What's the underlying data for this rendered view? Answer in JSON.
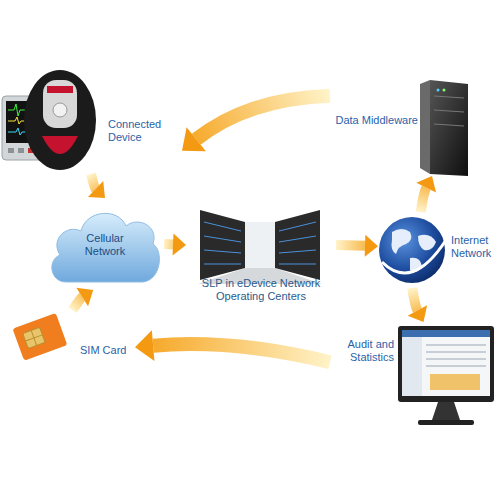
{
  "diagram": {
    "nodes": [
      {
        "text": [
          "Connected Device"
        ]
      },
      {
        "text": [
          "Data Middleware"
        ]
      },
      {
        "text": [
          "Cellular Network"
        ]
      },
      {
        "text": [
          "SLP in eDevice Network Operating Centers"
        ]
      },
      {
        "text": [
          "Internet Network"
        ]
      },
      {
        "text": [
          "SIM Card"
        ]
      },
      {
        "text": [
          "Audit and Statistics"
        ]
      }
    ],
    "edges": [
      {
        "from": 0,
        "to": 2,
        "arrow": "to"
      },
      {
        "from": 2,
        "to": 3,
        "arrow": "to"
      },
      {
        "from": 3,
        "to": 4,
        "arrow": "to"
      },
      {
        "from": 4,
        "to": 1,
        "arrow": "to"
      },
      {
        "from": 1,
        "to": 0,
        "arrow": "to"
      },
      {
        "from": 4,
        "to": 6,
        "arrow": "to"
      },
      {
        "from": 6,
        "to": 5,
        "arrow": "to"
      },
      {
        "from": 5,
        "to": 2,
        "arrow": "to"
      }
    ]
  }
}
